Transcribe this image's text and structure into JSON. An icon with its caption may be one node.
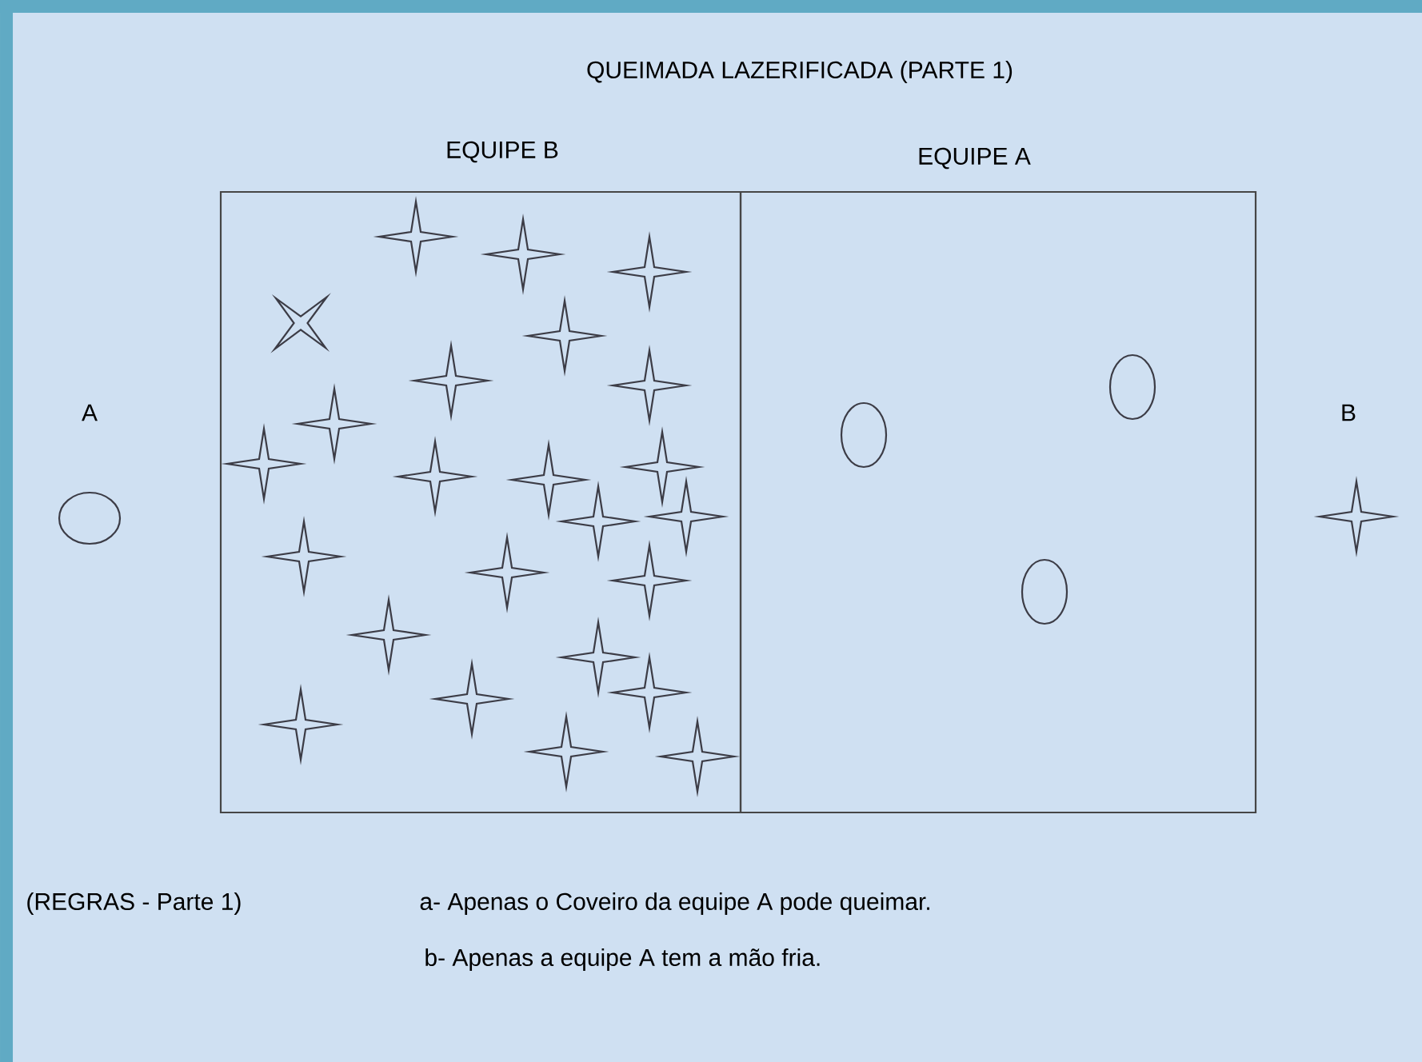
{
  "diagram": {
    "title": "QUEIMADA LAZERIFICADA (PARTE 1)",
    "nodes": [
      {
        "text": [
          "EQUIPE B"
        ]
      },
      {
        "text": [
          "EQUIPE A"
        ]
      }
    ],
    "labels": [
      "A",
      "B",
      "(REGRAS - Parte 1)",
      "a- Apenas o Coveiro da equipe A pode queimar.",
      "b- Apenas a equipe A tem a mão fria."
    ]
  }
}
